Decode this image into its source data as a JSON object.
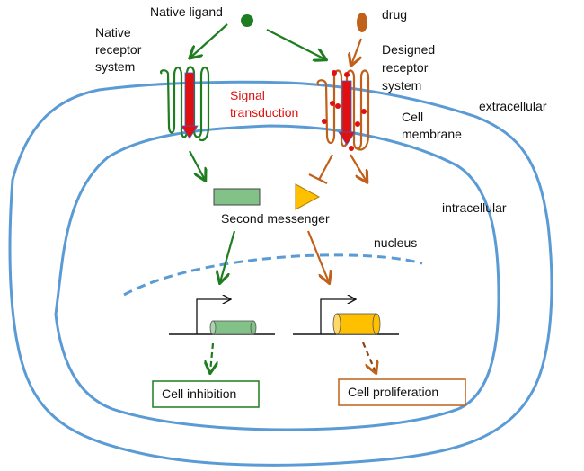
{
  "colors": {
    "membrane": "#5b9bd5",
    "native": "#1e7d1e",
    "designed": "#c0601a",
    "signal": "#e01010",
    "signal_arrow_edge": "#4060c0",
    "green_fill": "#82c187",
    "yellow_fill": "#ffc000",
    "yellow_cap": "#ffd966",
    "black": "#111111",
    "dot_red": "#e01010"
  },
  "labels": {
    "native_ligand": "Native ligand",
    "drug": "drug",
    "native_receptor": [
      "Native",
      "receptor",
      "system"
    ],
    "designed_receptor": [
      "Designed",
      "receptor",
      "system"
    ],
    "signal_transduction": [
      "Signal",
      "transduction"
    ],
    "cell_membrane": [
      "Cell",
      "membrane"
    ],
    "extracellular": "extracellular",
    "intracellular": "intracellular",
    "second_messenger": "Second messenger",
    "nucleus": "nucleus",
    "cell_inhibition": "Cell inhibition",
    "cell_proliferation": "Cell proliferation"
  }
}
